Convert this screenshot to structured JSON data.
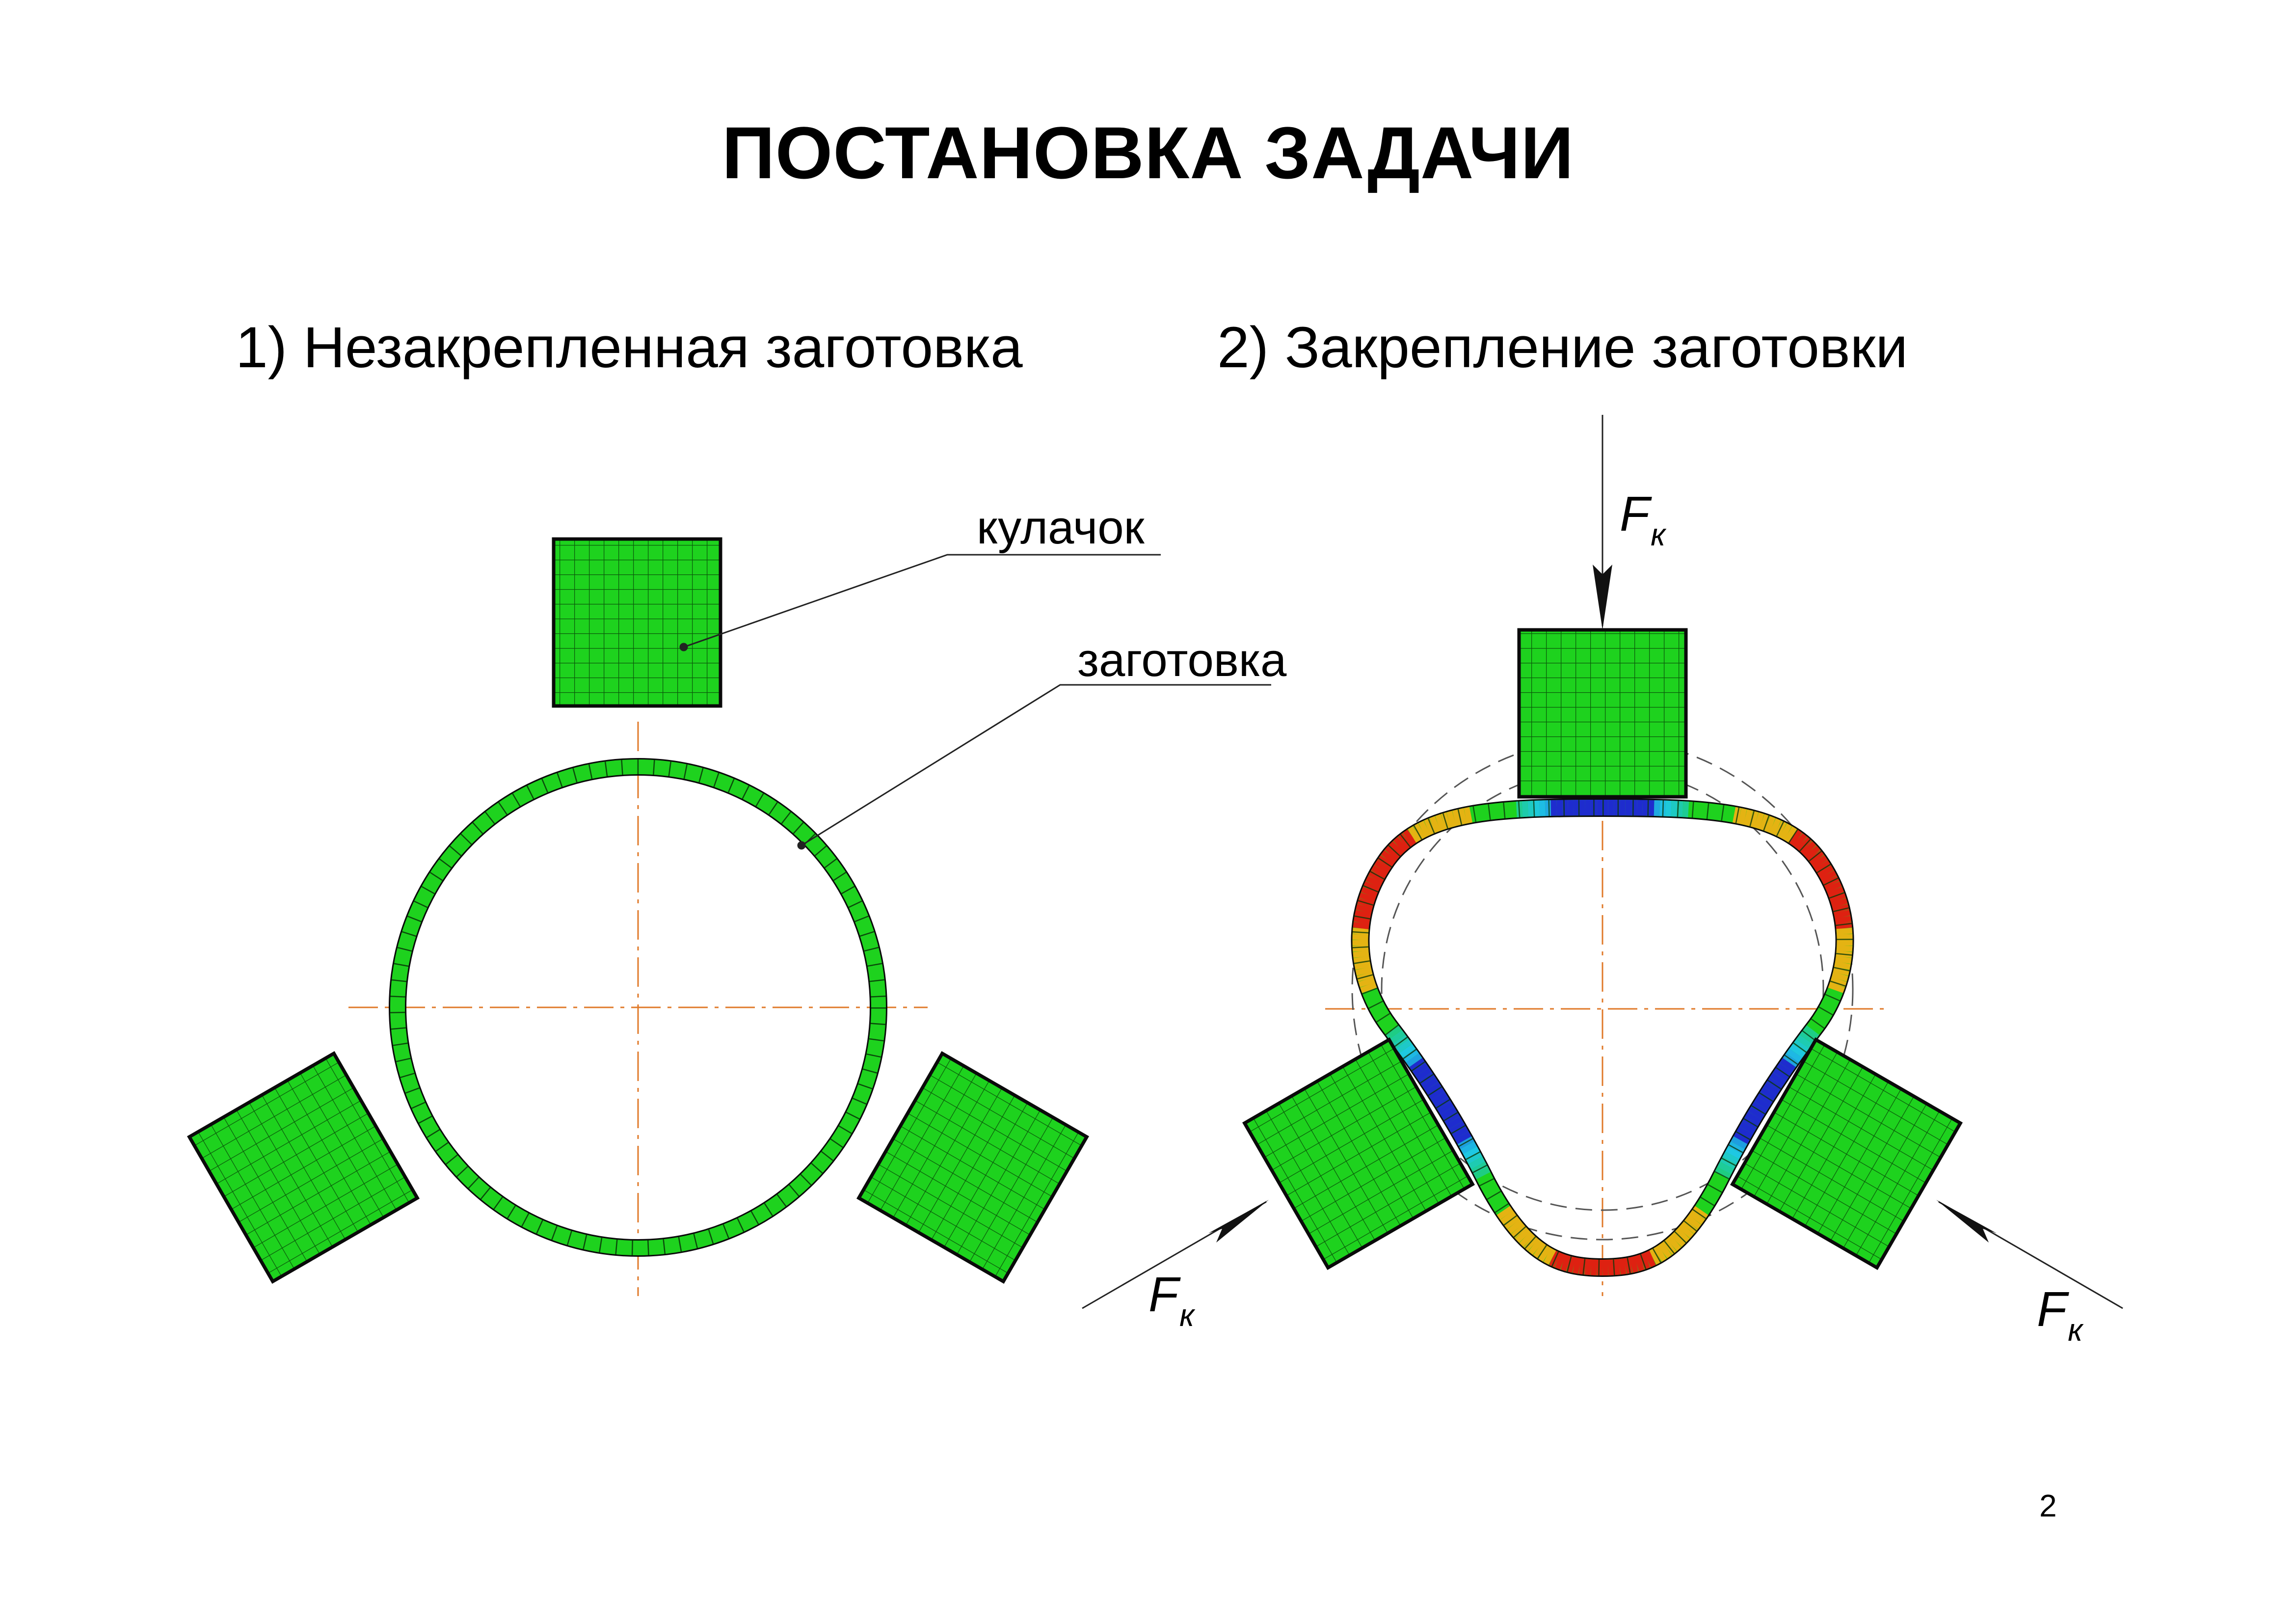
{
  "title": "ПОСТАНОВКА ЗАДАЧИ",
  "subtitles": {
    "unfixed": "1) Незакрепленная заготовка",
    "fixed": "2) Закрепление заготовки"
  },
  "callouts": {
    "jaw": "кулачок",
    "blank": "заготовка"
  },
  "force_label": {
    "symbol": "F",
    "subscript": "к"
  },
  "page_number": "2",
  "colors": {
    "mesh_green": "#1ed21e",
    "centerline": "#e07a2a",
    "stress_low": "#1e1ecc",
    "stress_high": "#dd1111"
  }
}
